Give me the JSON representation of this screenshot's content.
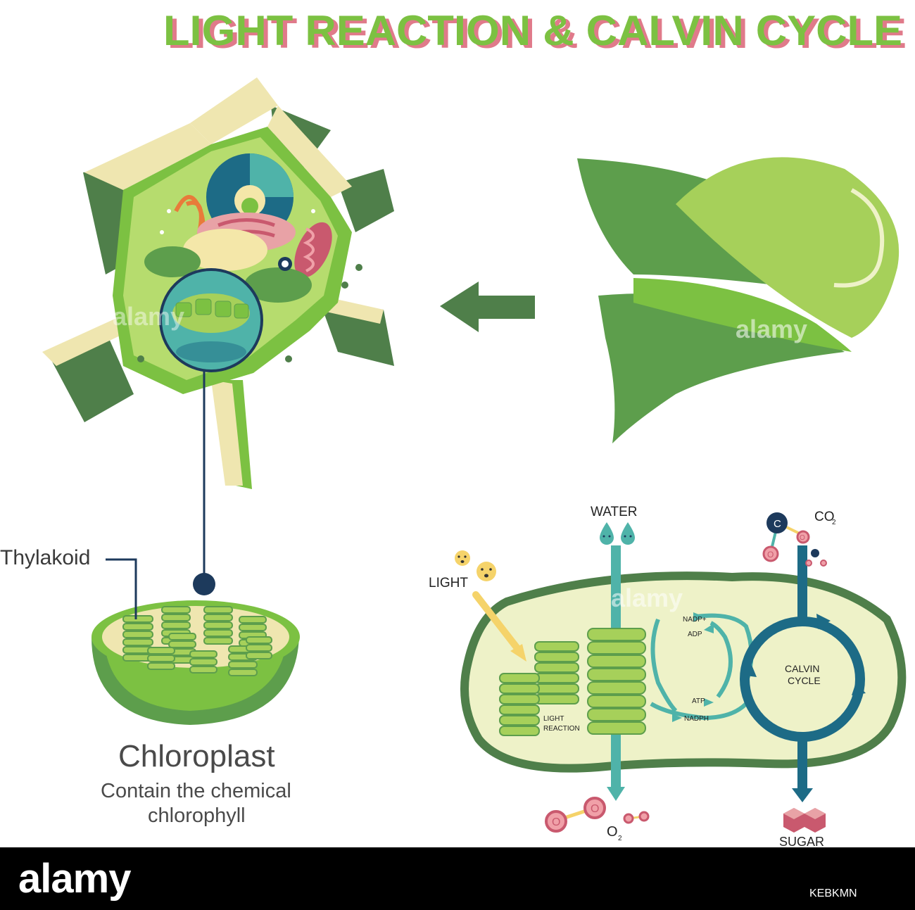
{
  "title": "LIGHT REACTION & CALVIN CYCLE",
  "labels": {
    "thylakoid": "Thylakoid",
    "chloroplast": "Chloroplast",
    "contain": "Contain the chemical",
    "chlorophyll": "chlorophyll",
    "water": "WATER",
    "co2": "CO",
    "co2_sub": "2",
    "light": "LIGHT",
    "light_reaction_1": "LIGHT",
    "light_reaction_2": "REACTION",
    "nadp_plus": "NADP+",
    "adp": "ADP",
    "atp": "ATP",
    "nadph": "NADPH",
    "calvin_1": "CALVIN",
    "calvin_2": "CYCLE",
    "o2": "O",
    "o2_sub": "2",
    "sugar": "SUGAR",
    "atom_o": "O",
    "atom_c": "C"
  },
  "watermark": "alamy",
  "footer": {
    "brand": "alamy",
    "image_id": "KEBKMN"
  },
  "colors": {
    "title_green": "#7cc142",
    "title_pink": "#e07a8a",
    "leaf_dark": "#5d9e4c",
    "leaf_light": "#a6d05a",
    "cell_dark": "#4f7f4a",
    "cell_green": "#7cc142",
    "wall_beige": "#efe6b0",
    "teal": "#4fb3a9",
    "calvin_blue": "#1d6b86",
    "stroma": "#eef2c8",
    "outline_green": "#4f7f4a",
    "sugar_pink": "#c9596e"
  }
}
